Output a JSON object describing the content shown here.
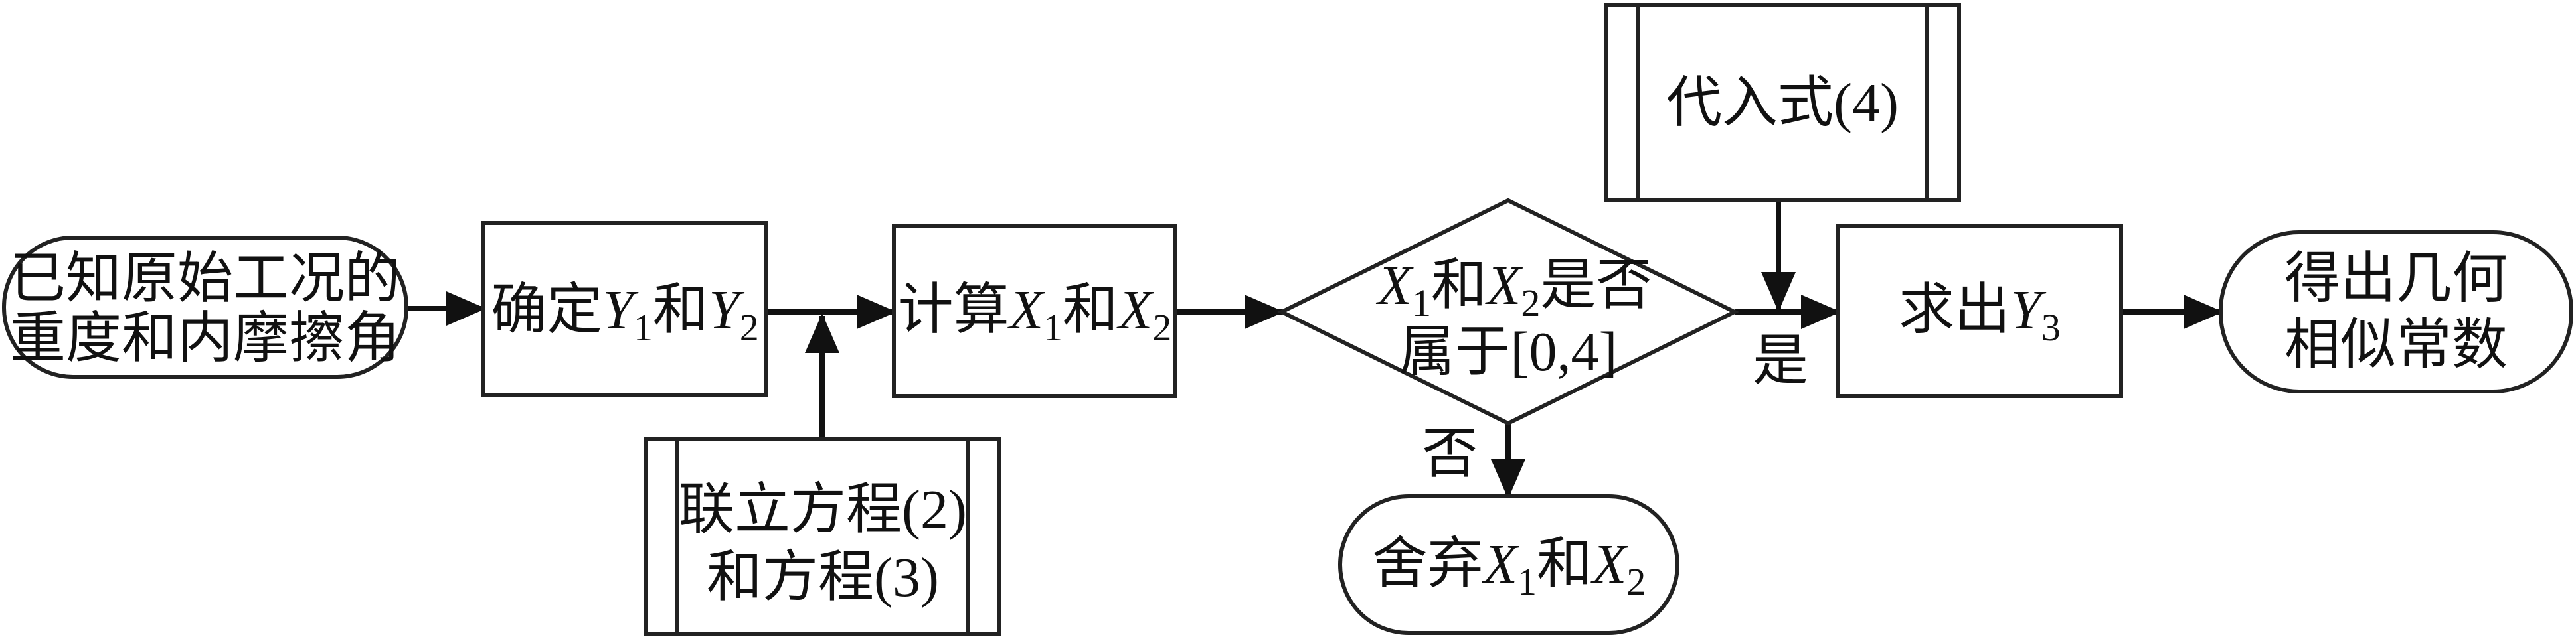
{
  "nodes": {
    "start": {
      "line1": "已知原始工况的",
      "line2": "重度和内摩擦角"
    },
    "determine": {
      "prefix": "确定",
      "var1": "Y",
      "sub1": "1",
      "mid": "和",
      "var2": "Y",
      "sub2": "2"
    },
    "simul": {
      "line1": "联立方程(2)",
      "line2": "和方程(3)"
    },
    "compute": {
      "prefix": "计算",
      "var1": "X",
      "sub1": "1",
      "mid": "和",
      "var2": "X",
      "sub2": "2"
    },
    "decision": {
      "var1": "X",
      "sub1": "1",
      "mid": "和",
      "var2": "X",
      "sub2": "2",
      "suffix": "是否",
      "line2": "属于[0,4]"
    },
    "discard": {
      "prefix": "舍弃",
      "var1": "X",
      "sub1": "1",
      "mid": "和",
      "var2": "X",
      "sub2": "2"
    },
    "substitute": {
      "label": "代入式(4)"
    },
    "solve": {
      "prefix": "求出",
      "var": "Y",
      "sub": "3"
    },
    "end": {
      "line1": "得出几何",
      "line2": "相似常数"
    }
  },
  "edges": {
    "yes_label": "是",
    "no_label": "否"
  },
  "colors": {
    "stroke": "#222222",
    "fill": "#ffffff",
    "text": "#111111"
  }
}
